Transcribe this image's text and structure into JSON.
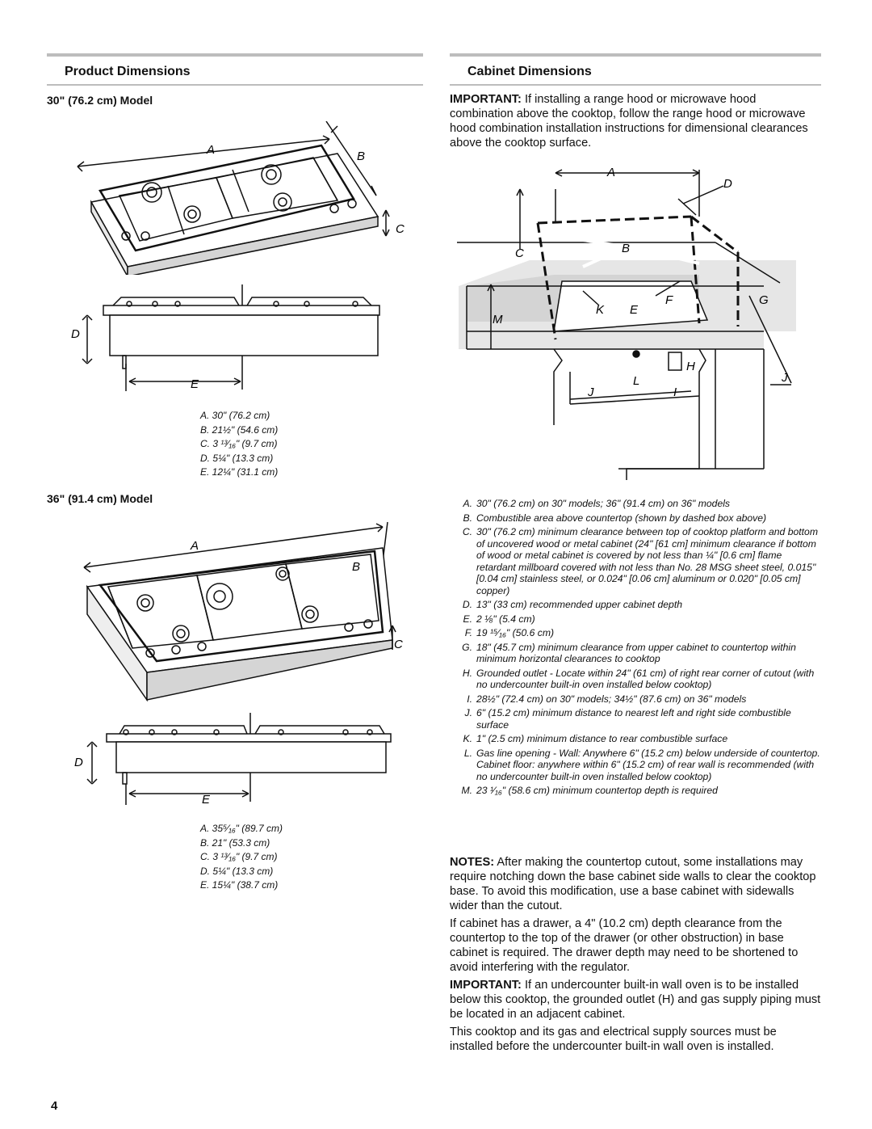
{
  "product": {
    "title": "Product Dimensions",
    "model30": {
      "title": "30\" (76.2 cm) Model",
      "labels": {
        "a": "A",
        "b": "B",
        "c": "C",
        "d": "D",
        "e": "E"
      },
      "legend": [
        "A. 30\" (76.2 cm)",
        "B. 21½\" (54.6 cm)",
        "C. 3 ¹³⁄₁₆\" (9.7 cm)",
        "D. 5¼\" (13.3 cm)",
        "E. 12¼\" (31.1 cm)"
      ]
    },
    "model36": {
      "title": "36\" (91.4 cm) Model",
      "labels": {
        "a": "A",
        "b": "B",
        "c": "C",
        "d": "D",
        "e": "E"
      },
      "legend": [
        "A. 35⁵⁄₁₆\" (89.7 cm)",
        "B. 21\" (53.3 cm)",
        "C. 3 ¹³⁄₁₆\" (9.7 cm)",
        "D. 5¼\" (13.3 cm)",
        "E. 15¼\" (38.7 cm)"
      ]
    }
  },
  "cabinet": {
    "title": "Cabinet Dimensions",
    "important1_bold": "IMPORTANT:",
    "important1": " If installing a range hood or microwave hood combination above the cooktop, follow the range hood or microwave hood combination installation instructions for dimensional clearances above the cooktop surface.",
    "labels": {
      "a": "A",
      "b": "B",
      "c": "C",
      "d": "D",
      "e": "E",
      "f": "F",
      "g": "G",
      "h": "H",
      "i": "I",
      "j": "J",
      "k": "K",
      "l": "L",
      "m": "M"
    },
    "legend": [
      {
        "key": "A.",
        "text": "30\" (76.2 cm) on 30\" models; 36\" (91.4 cm) on 36\" models"
      },
      {
        "key": "B.",
        "text": "Combustible area above countertop (shown by dashed box above)"
      },
      {
        "key": "C.",
        "text": "30\" (76.2 cm) minimum clearance between top of cooktop platform and bottom of uncovered wood or metal cabinet (24\" [61 cm] minimum clearance if bottom of wood or metal cabinet is covered by not less than ¼\" [0.6 cm] flame retardant millboard covered with not less than No. 28 MSG sheet steel, 0.015\" [0.04 cm] stainless steel, or 0.024\" [0.06 cm] aluminum or 0.020\" [0.05 cm] copper)"
      },
      {
        "key": "D.",
        "text": "13\" (33 cm) recommended upper cabinet depth"
      },
      {
        "key": "E.",
        "text": "2 ⅛\" (5.4 cm)"
      },
      {
        "key": "F.",
        "text": "19 ¹⁵⁄₁₆\" (50.6 cm)"
      },
      {
        "key": "G.",
        "text": "18\" (45.7 cm) minimum clearance from upper cabinet to countertop within minimum horizontal clearances to cooktop"
      },
      {
        "key": "H.",
        "text": "Grounded outlet - Locate within 24\" (61 cm) of right rear corner of cutout (with no undercounter built-in oven installed below cooktop)"
      },
      {
        "key": "I.",
        "text": "28½\" (72.4 cm) on 30\" models; 34½\" (87.6 cm) on 36\" models"
      },
      {
        "key": "J.",
        "text": "6\" (15.2 cm) minimum distance to nearest left and right side combustible surface"
      },
      {
        "key": "K.",
        "text": "1\" (2.5 cm) minimum distance to rear combustible surface"
      },
      {
        "key": "L.",
        "text": "Gas line opening - Wall: Anywhere 6\" (15.2 cm) below underside of countertop. Cabinet floor: anywhere within 6\" (15.2 cm) of rear wall is recommended (with no undercounter built-in oven installed below cooktop)"
      },
      {
        "key": "M.",
        "text": "23 ¹⁄₁₆\" (58.6 cm) minimum countertop depth is required"
      }
    ],
    "notes_bold": "NOTES:",
    "notes": " After making the countertop cutout, some installations may require notching down the base cabinet side walls to clear the cooktop base. To avoid this modification, use a base cabinet with sidewalls wider than the cutout.",
    "drawer": "If cabinet has a drawer, a 4\" (10.2 cm) depth clearance from the countertop to the top of the drawer (or other obstruction) in base cabinet is required. The drawer depth may need to be shortened to avoid interfering with the regulator.",
    "important2_bold": "IMPORTANT:",
    "important2": " If an undercounter built-in wall oven is to be installed below this cooktop, the grounded outlet (H) and gas supply piping must be located in an adjacent cabinet.",
    "final": "This cooktop and its gas and electrical supply sources must be installed before the undercounter built-in wall oven is installed."
  },
  "page_number": "4"
}
